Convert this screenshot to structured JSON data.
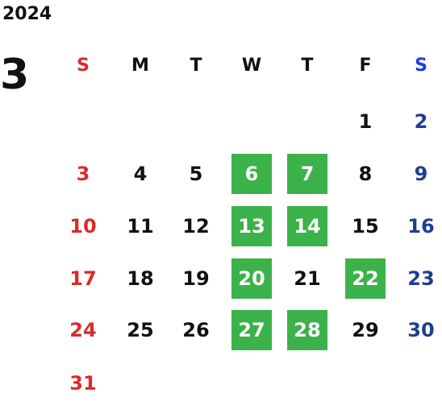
{
  "year": "2024",
  "month": "3",
  "weekdays": [
    "S",
    "M",
    "T",
    "W",
    "T",
    "F",
    "S"
  ],
  "weeks": [
    [
      "",
      "",
      "",
      "",
      "",
      "1",
      "2"
    ],
    [
      "3",
      "4",
      "5",
      "6",
      "7",
      "8",
      "9"
    ],
    [
      "10",
      "11",
      "12",
      "13",
      "14",
      "15",
      "16"
    ],
    [
      "17",
      "18",
      "19",
      "20",
      "21",
      "22",
      "23"
    ],
    [
      "24",
      "25",
      "26",
      "27",
      "28",
      "29",
      "30"
    ],
    [
      "31",
      "",
      "",
      "",
      "",
      "",
      ""
    ]
  ],
  "highlighted_days": [
    "6",
    "7",
    "13",
    "14",
    "20",
    "22",
    "27",
    "28"
  ],
  "colors": {
    "sunday": "#d92b2b",
    "saturday_header": "#1f3fd6",
    "saturday": "#1e3f8f",
    "highlight": "#3cb24a",
    "text": "#111111"
  }
}
